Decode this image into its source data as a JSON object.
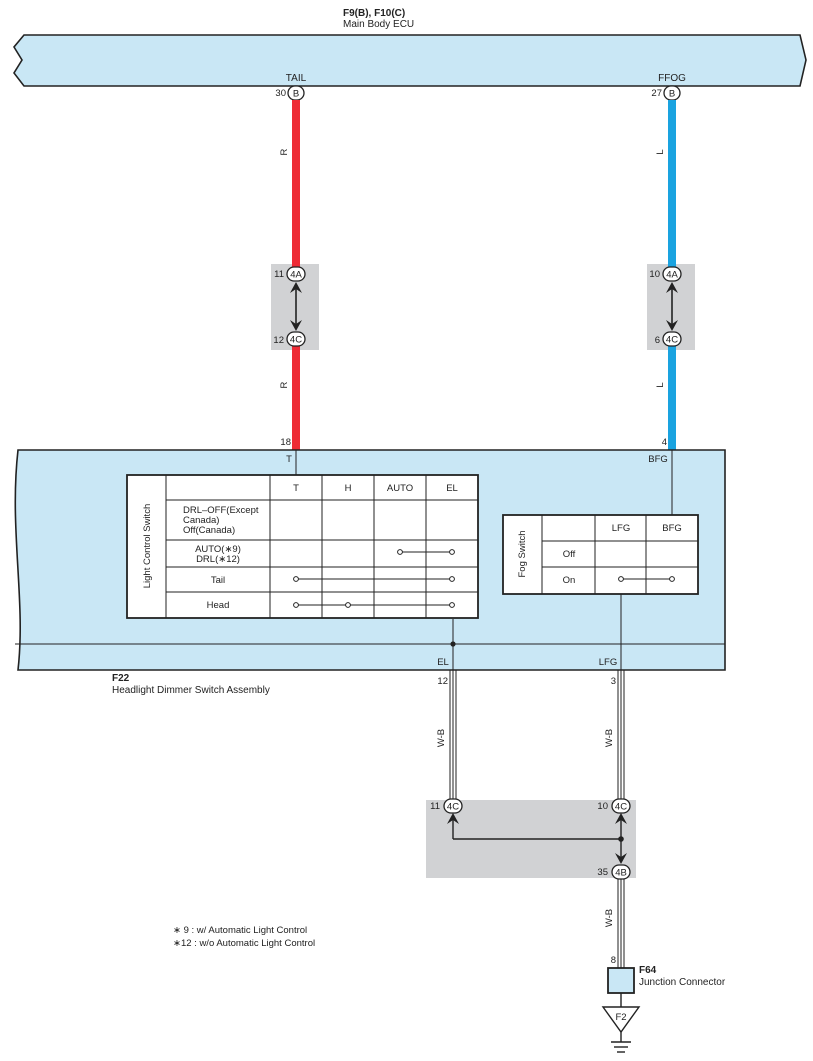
{
  "colors": {
    "panel": "#c9e7f5",
    "wire_red": "#ee2b35",
    "wire_blue": "#1aa3e0",
    "junction_block": "#d1d2d4",
    "line": "#222222"
  },
  "ecu": {
    "code": "F9(B), F10(C)",
    "name": "Main Body ECU",
    "pin_left_label": "TAIL",
    "pin_right_label": "FFOG",
    "pin_left_num": "30",
    "pin_right_num": "27",
    "connector": "B"
  },
  "wires": {
    "red_color_code": "R",
    "blue_color_code": "L",
    "ground_color_code": "W-B"
  },
  "junctions_upper": {
    "left_top_pin": "11",
    "left_top_conn": "4A",
    "left_bottom_pin": "12",
    "left_bottom_conn": "4C",
    "right_top_pin": "10",
    "right_top_conn": "4A",
    "right_bottom_pin": "6",
    "right_bottom_conn": "4C"
  },
  "switch_assembly": {
    "code": "F22",
    "name": "Headlight Dimmer Switch Assembly",
    "pin_t_num": "18",
    "pin_t_label": "T",
    "pin_bfg_num": "4",
    "pin_bfg_label": "BFG",
    "pin_el_label": "EL",
    "pin_el_num": "12",
    "pin_lfg_label": "LFG",
    "pin_lfg_num": "3"
  },
  "light_control_table": {
    "side_label": "Light Control Switch",
    "columns": [
      "T",
      "H",
      "AUTO",
      "EL"
    ],
    "rows": [
      {
        "label_lines": [
          "DRL–OFF(Except",
          "Canada)",
          "Off(Canada)"
        ]
      },
      {
        "label_lines": [
          "AUTO(∗9)",
          "DRL(∗12)"
        ]
      },
      {
        "label_lines": [
          "Tail"
        ]
      },
      {
        "label_lines": [
          "Head"
        ]
      }
    ]
  },
  "fog_table": {
    "side_label": "Fog Switch",
    "columns": [
      "LFG",
      "BFG"
    ],
    "rows": [
      "Off",
      "On"
    ]
  },
  "junctions_lower": {
    "left_pin": "11",
    "left_conn": "4C",
    "right_pin": "10",
    "right_conn": "4C",
    "out_pin": "35",
    "out_conn": "4B"
  },
  "junction_connector": {
    "code": "F64",
    "name": "Junction Connector",
    "pin": "8"
  },
  "ground": {
    "label": "F2"
  },
  "notes": [
    "∗ 9 : w/ Automatic Light Control",
    "∗12 : w/o Automatic Light Control"
  ]
}
